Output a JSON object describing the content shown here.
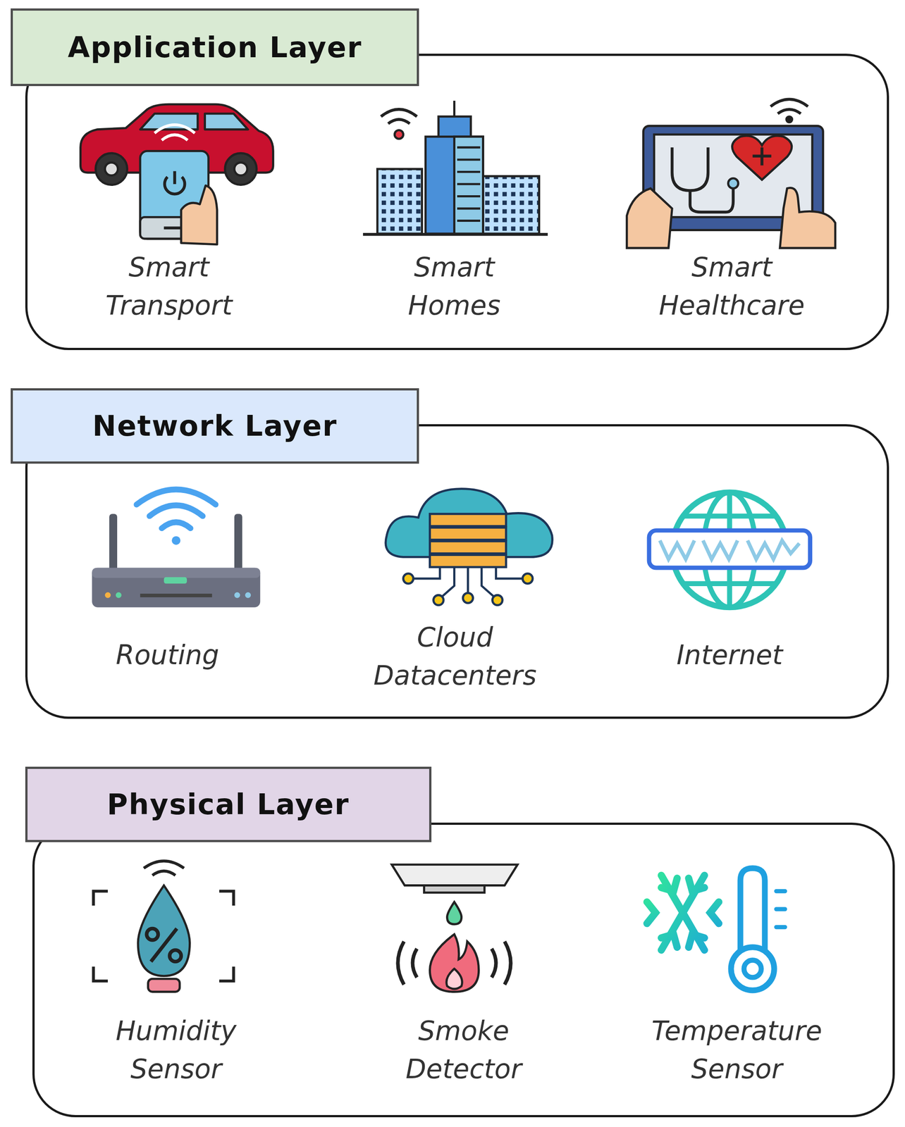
{
  "diagram": {
    "nodes": [
      {
        "text": [
          "Application Layer"
        ]
      },
      {
        "text": [
          "Smart Transport"
        ],
        "in": 0
      },
      {
        "text": [
          "Smart Homes"
        ],
        "in": 0
      },
      {
        "text": [
          "Smart Healthcare"
        ],
        "in": 0
      },
      {
        "text": [
          "Network Layer"
        ]
      },
      {
        "text": [
          "Routing"
        ],
        "in": 4
      },
      {
        "text": [
          "Cloud Datacenters"
        ],
        "in": 4
      },
      {
        "text": [
          "Internet"
        ],
        "in": 4
      },
      {
        "text": [
          "Physical Layer"
        ]
      },
      {
        "text": [
          "Humidity Sensor"
        ],
        "in": 8
      },
      {
        "text": [
          "Smoke Detector"
        ],
        "in": 8
      },
      {
        "text": [
          "Temperature Sensor"
        ],
        "in": 8
      }
    ]
  }
}
